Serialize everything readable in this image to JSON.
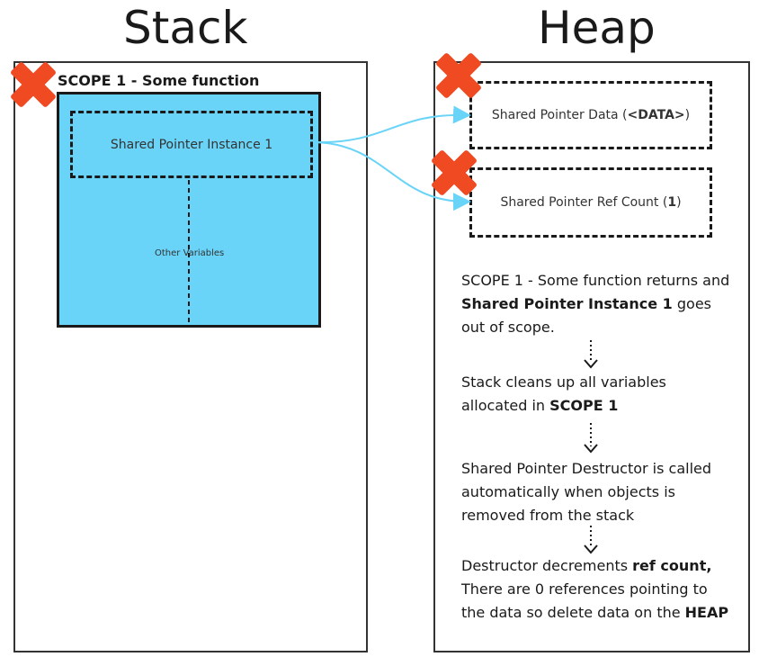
{
  "stack_title": "Stack",
  "heap_title": "Heap",
  "scope_label": "SCOPE 1 - Some function",
  "shared_pointer_instance": "Shared Pointer Instance 1",
  "other_variables": "Other Variables",
  "heap_data_box": {
    "prefix": "Shared Pointer Data (",
    "bold": "<DATA>",
    "suffix": ")"
  },
  "heap_refcount_box": {
    "prefix": "Shared Pointer Ref Count (",
    "bold": "1",
    "suffix": ")"
  },
  "steps": [
    {
      "parts": [
        {
          "text": "SCOPE 1 - Some function returns and ",
          "bold": false
        },
        {
          "text": "Shared Pointer Instance 1",
          "bold": true
        },
        {
          "text": " goes out of scope.",
          "bold": false
        }
      ]
    },
    {
      "parts": [
        {
          "text": "Stack cleans up all variables allocated in ",
          "bold": false
        },
        {
          "text": "SCOPE 1",
          "bold": true
        }
      ]
    },
    {
      "parts": [
        {
          "text": "Shared Pointer Destructor is called automatically when objects is removed from the stack",
          "bold": false
        }
      ]
    },
    {
      "parts": [
        {
          "text": "Destructor decrements ",
          "bold": false
        },
        {
          "text": "ref count,",
          "bold": true
        },
        {
          "text": " There are 0 references pointing to the data so delete data on the ",
          "bold": false
        },
        {
          "text": "HEAP",
          "bold": true
        }
      ]
    }
  ],
  "colors": {
    "scope_fill": "#69d4f7",
    "arrow": "#69d4f7",
    "cross": "#f04a23",
    "border": "#333333"
  },
  "icons": [
    "x-cross-icon",
    "curved-arrow-icon",
    "dotted-down-arrow-icon"
  ]
}
